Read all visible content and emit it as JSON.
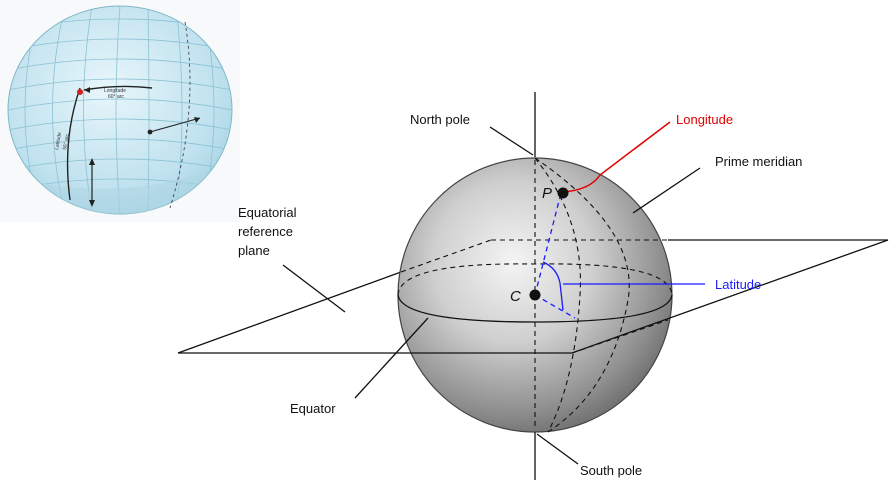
{
  "labels": {
    "north_pole": "North pole",
    "south_pole": "South pole",
    "longitude": "Longitude",
    "latitude": "Latitude",
    "prime_meridian": "Prime meridian",
    "equatorial_plane_line1": "Equatorial",
    "equatorial_plane_line2": "reference",
    "equatorial_plane_line3": "plane",
    "equator": "Equator",
    "point_p": "P",
    "point_c": "C"
  },
  "thumbnail": {
    "longitude_label": "Longitude",
    "longitude_value": "60° arc",
    "latitude_label": "Latitude",
    "latitude_value": "55° arc"
  },
  "colors": {
    "longitude": "#e00000",
    "latitude": "#1a1aff",
    "globe_thumb": "#bfe3ef"
  }
}
